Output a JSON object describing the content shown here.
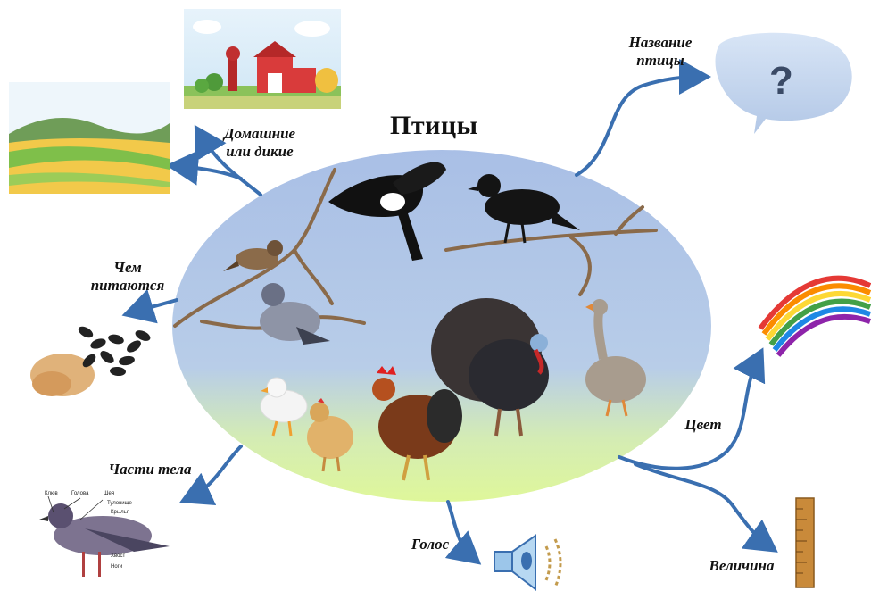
{
  "title": "Птицы",
  "labels": {
    "habitat_l1": "Домашние",
    "habitat_l2": "или дикие",
    "name_l1": "Название",
    "name_l2": "птицы",
    "food_l1": "Чем",
    "food_l2": "питаются",
    "body": "Части тела",
    "voice": "Голос",
    "color": "Цвет",
    "size": "Величина"
  },
  "question_mark": "?",
  "bird_anatomy_labels": [
    "Клюв",
    "Голова",
    "Шея",
    "Туловище",
    "Крылья",
    "Хвост",
    "Ноги"
  ],
  "icons": [
    "farm-picture",
    "field-landscape-picture",
    "speech-bubble",
    "seeds-picture",
    "pigeon-anatomy-picture",
    "speaker-icon",
    "rainbow-picture",
    "ruler-icon"
  ],
  "colors": {
    "ellipse_top": "#a9bfe6",
    "ellipse_bottom": "#d7f39a",
    "arrow": "#3a6fb0",
    "bubble": "#c5d6ee"
  }
}
